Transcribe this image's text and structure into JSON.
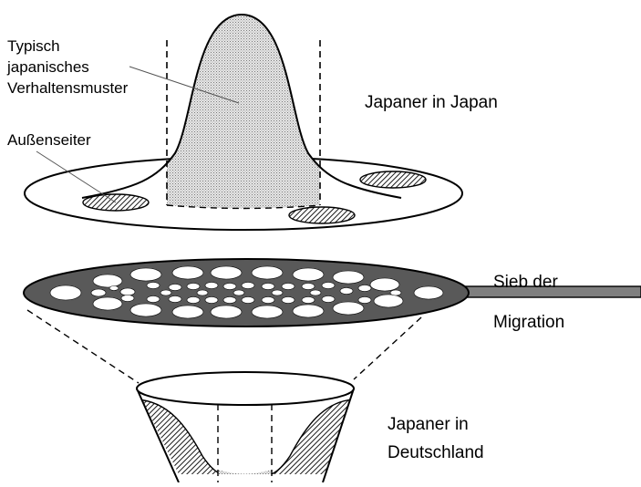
{
  "labels": {
    "typical_pattern": [
      "Typisch",
      "japanisches",
      "Verhaltensmuster"
    ],
    "outsiders": "Außenseiter",
    "japan": "Japaner in Japan",
    "sieve": [
      "Sieb der",
      "Migration"
    ],
    "germany": [
      "Japaner in",
      "Deutschland"
    ]
  },
  "colors": {
    "stroke": "#000000",
    "sieve_rim": "#595959",
    "sieve_handle": "#7f7f7f",
    "fill_light": "#d9d9d9",
    "hole_fill": "#ffffff"
  }
}
